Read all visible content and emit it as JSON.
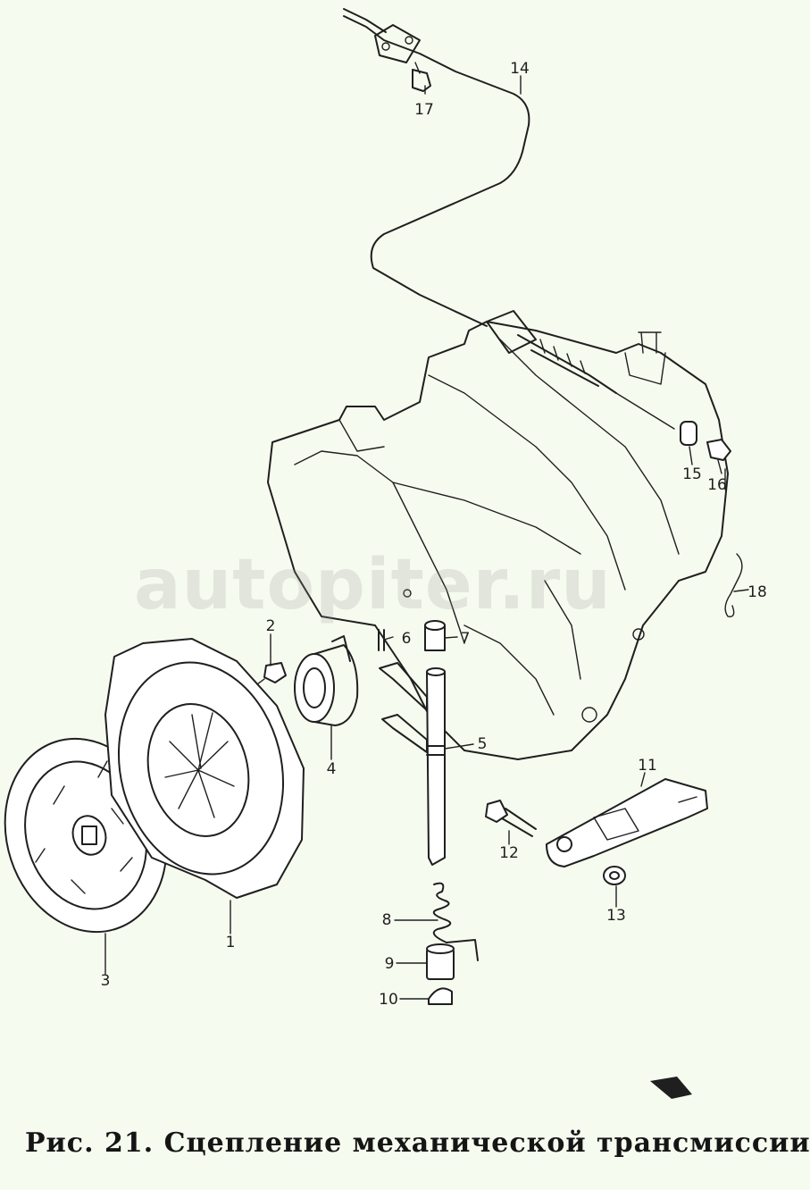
{
  "figure": {
    "caption": "Рис. 21. Сцепление механической трансмиссии.",
    "watermark": "autopiter.ru"
  },
  "callouts": [
    {
      "id": "p1",
      "text": "1"
    },
    {
      "id": "p2",
      "text": "2"
    },
    {
      "id": "p3",
      "text": "3"
    },
    {
      "id": "p4",
      "text": "4"
    },
    {
      "id": "p5",
      "text": "5"
    },
    {
      "id": "p6",
      "text": "6"
    },
    {
      "id": "p7",
      "text": "7"
    },
    {
      "id": "p8",
      "text": "8"
    },
    {
      "id": "p9",
      "text": "9"
    },
    {
      "id": "p10",
      "text": "10"
    },
    {
      "id": "p11",
      "text": "11"
    },
    {
      "id": "p12",
      "text": "12"
    },
    {
      "id": "p13",
      "text": "13"
    },
    {
      "id": "p14",
      "text": "14"
    },
    {
      "id": "p15",
      "text": "15"
    },
    {
      "id": "p16",
      "text": "16"
    },
    {
      "id": "p17",
      "text": "17"
    },
    {
      "id": "p18",
      "text": "18"
    }
  ]
}
